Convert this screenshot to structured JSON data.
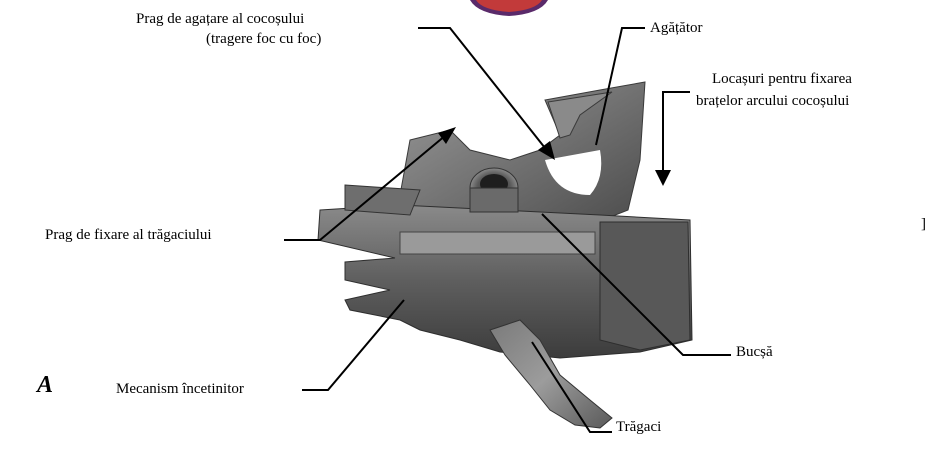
{
  "figure_letter": "A",
  "edge_mark": "]",
  "labels": {
    "prag_agatare_line1": "Prag de agațare al cocoșului",
    "prag_agatare_line2": "(tragere foc cu foc)",
    "agatator": "Agățător",
    "locasuri_line1": "Locașuri pentru fixarea",
    "locasuri_line2": "brațelor arcului cocoșului",
    "prag_fixare": "Prag de fixare al trăgaciului",
    "bucsa": "Bucșă",
    "mecanism": "Mecanism încetinitor",
    "tragaci": "Trăgaci"
  },
  "colors": {
    "metal_dark": "#3f3f3f",
    "metal_mid": "#6a6a6a",
    "metal_light": "#9a9a9a",
    "emblem": "#5a2a6a"
  }
}
